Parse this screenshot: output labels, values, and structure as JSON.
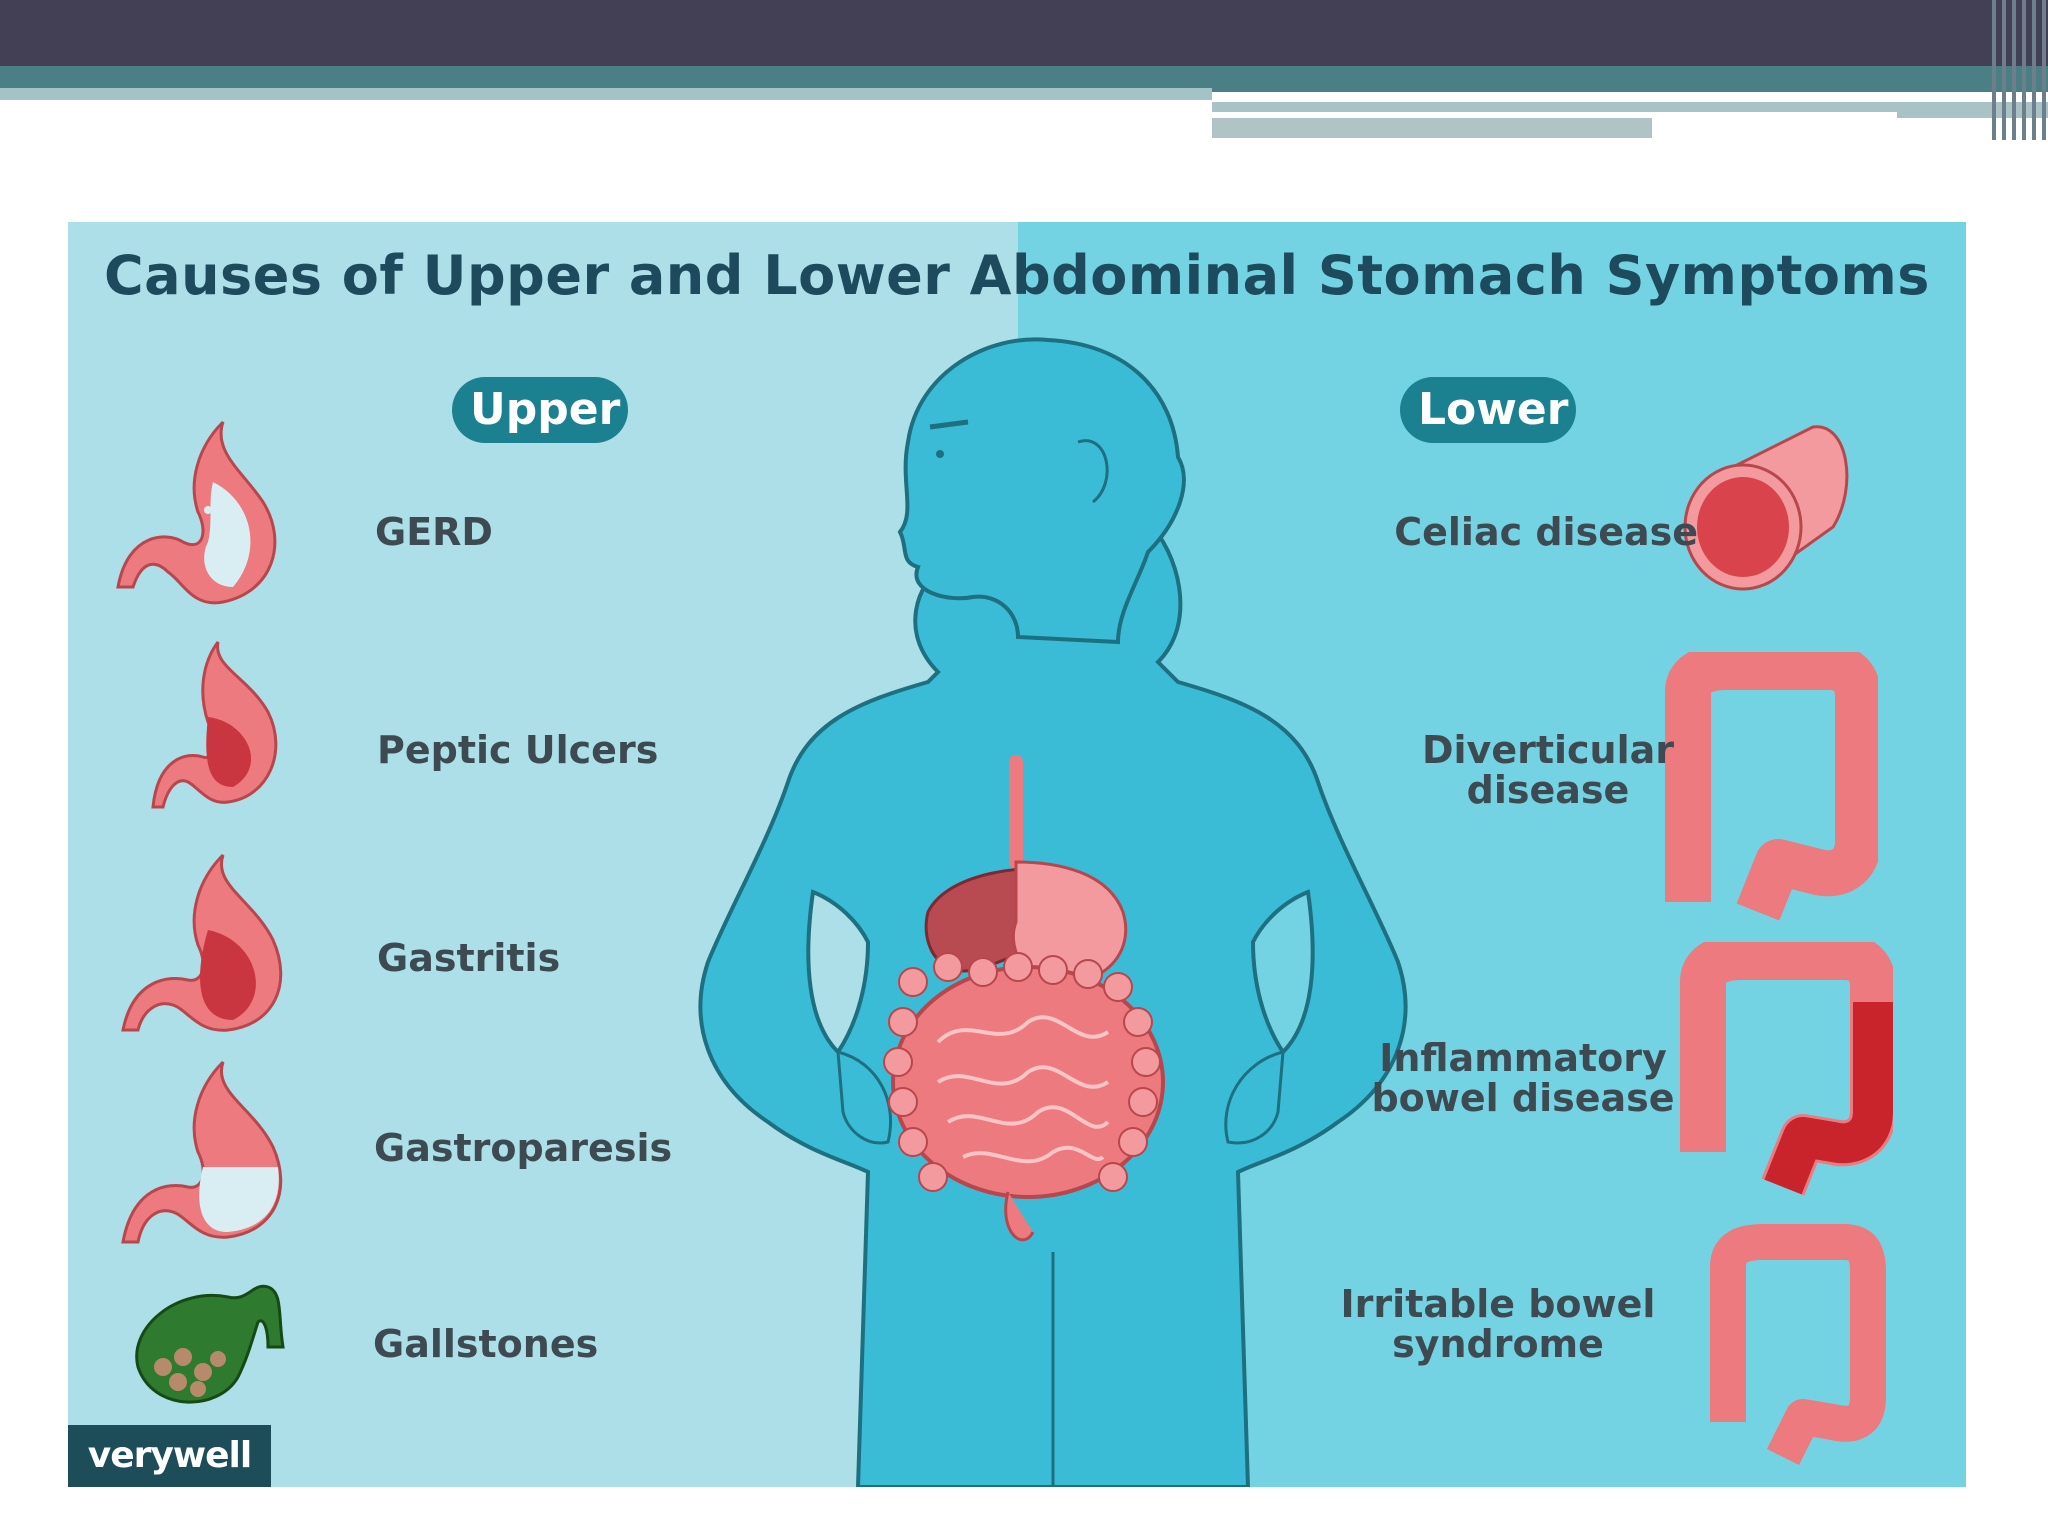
{
  "infographic": {
    "title": "Causes of Upper and Lower Abdominal Stomach Symptoms",
    "upper": {
      "heading": "Upper",
      "items": [
        "GERD",
        "Peptic Ulcers",
        "Gastritis",
        "Gastroparesis",
        "Gallstones"
      ]
    },
    "lower": {
      "heading": "Lower",
      "items": [
        "Celiac disease",
        "Diverticular disease",
        "Inflammatory bowel disease",
        "Irritable bowel syndrome"
      ]
    },
    "logo": "verywell",
    "colors": {
      "upper_bg": "#acdfe8",
      "lower_bg": "#74d3e2",
      "body": "#3bbcd6",
      "organ": "#ec7a7e",
      "pill": "#1b8090",
      "title": "#1d4a5c"
    }
  }
}
